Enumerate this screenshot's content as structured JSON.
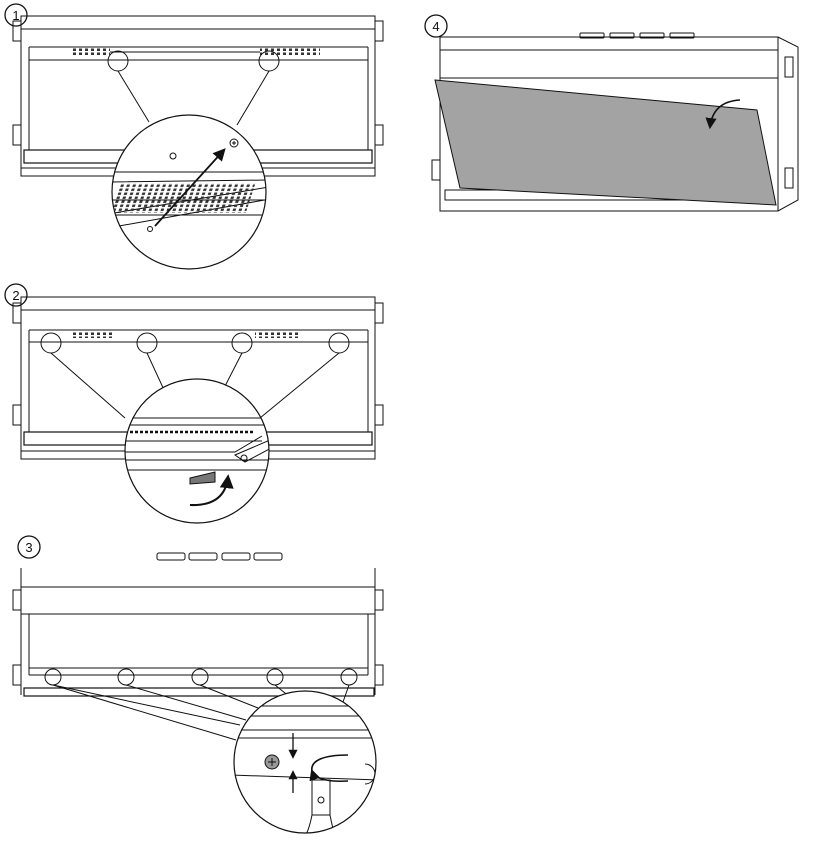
{
  "steps": [
    {
      "number": "1"
    },
    {
      "number": "2"
    },
    {
      "number": "3"
    },
    {
      "number": "4"
    }
  ],
  "colors": {
    "line": "#111111",
    "panel_fill": "#a3a3a3",
    "background": "#ffffff"
  },
  "icons": [
    "rotate-arrow-icon",
    "direction-arrow-icon",
    "screw-icon",
    "clip-icon"
  ]
}
